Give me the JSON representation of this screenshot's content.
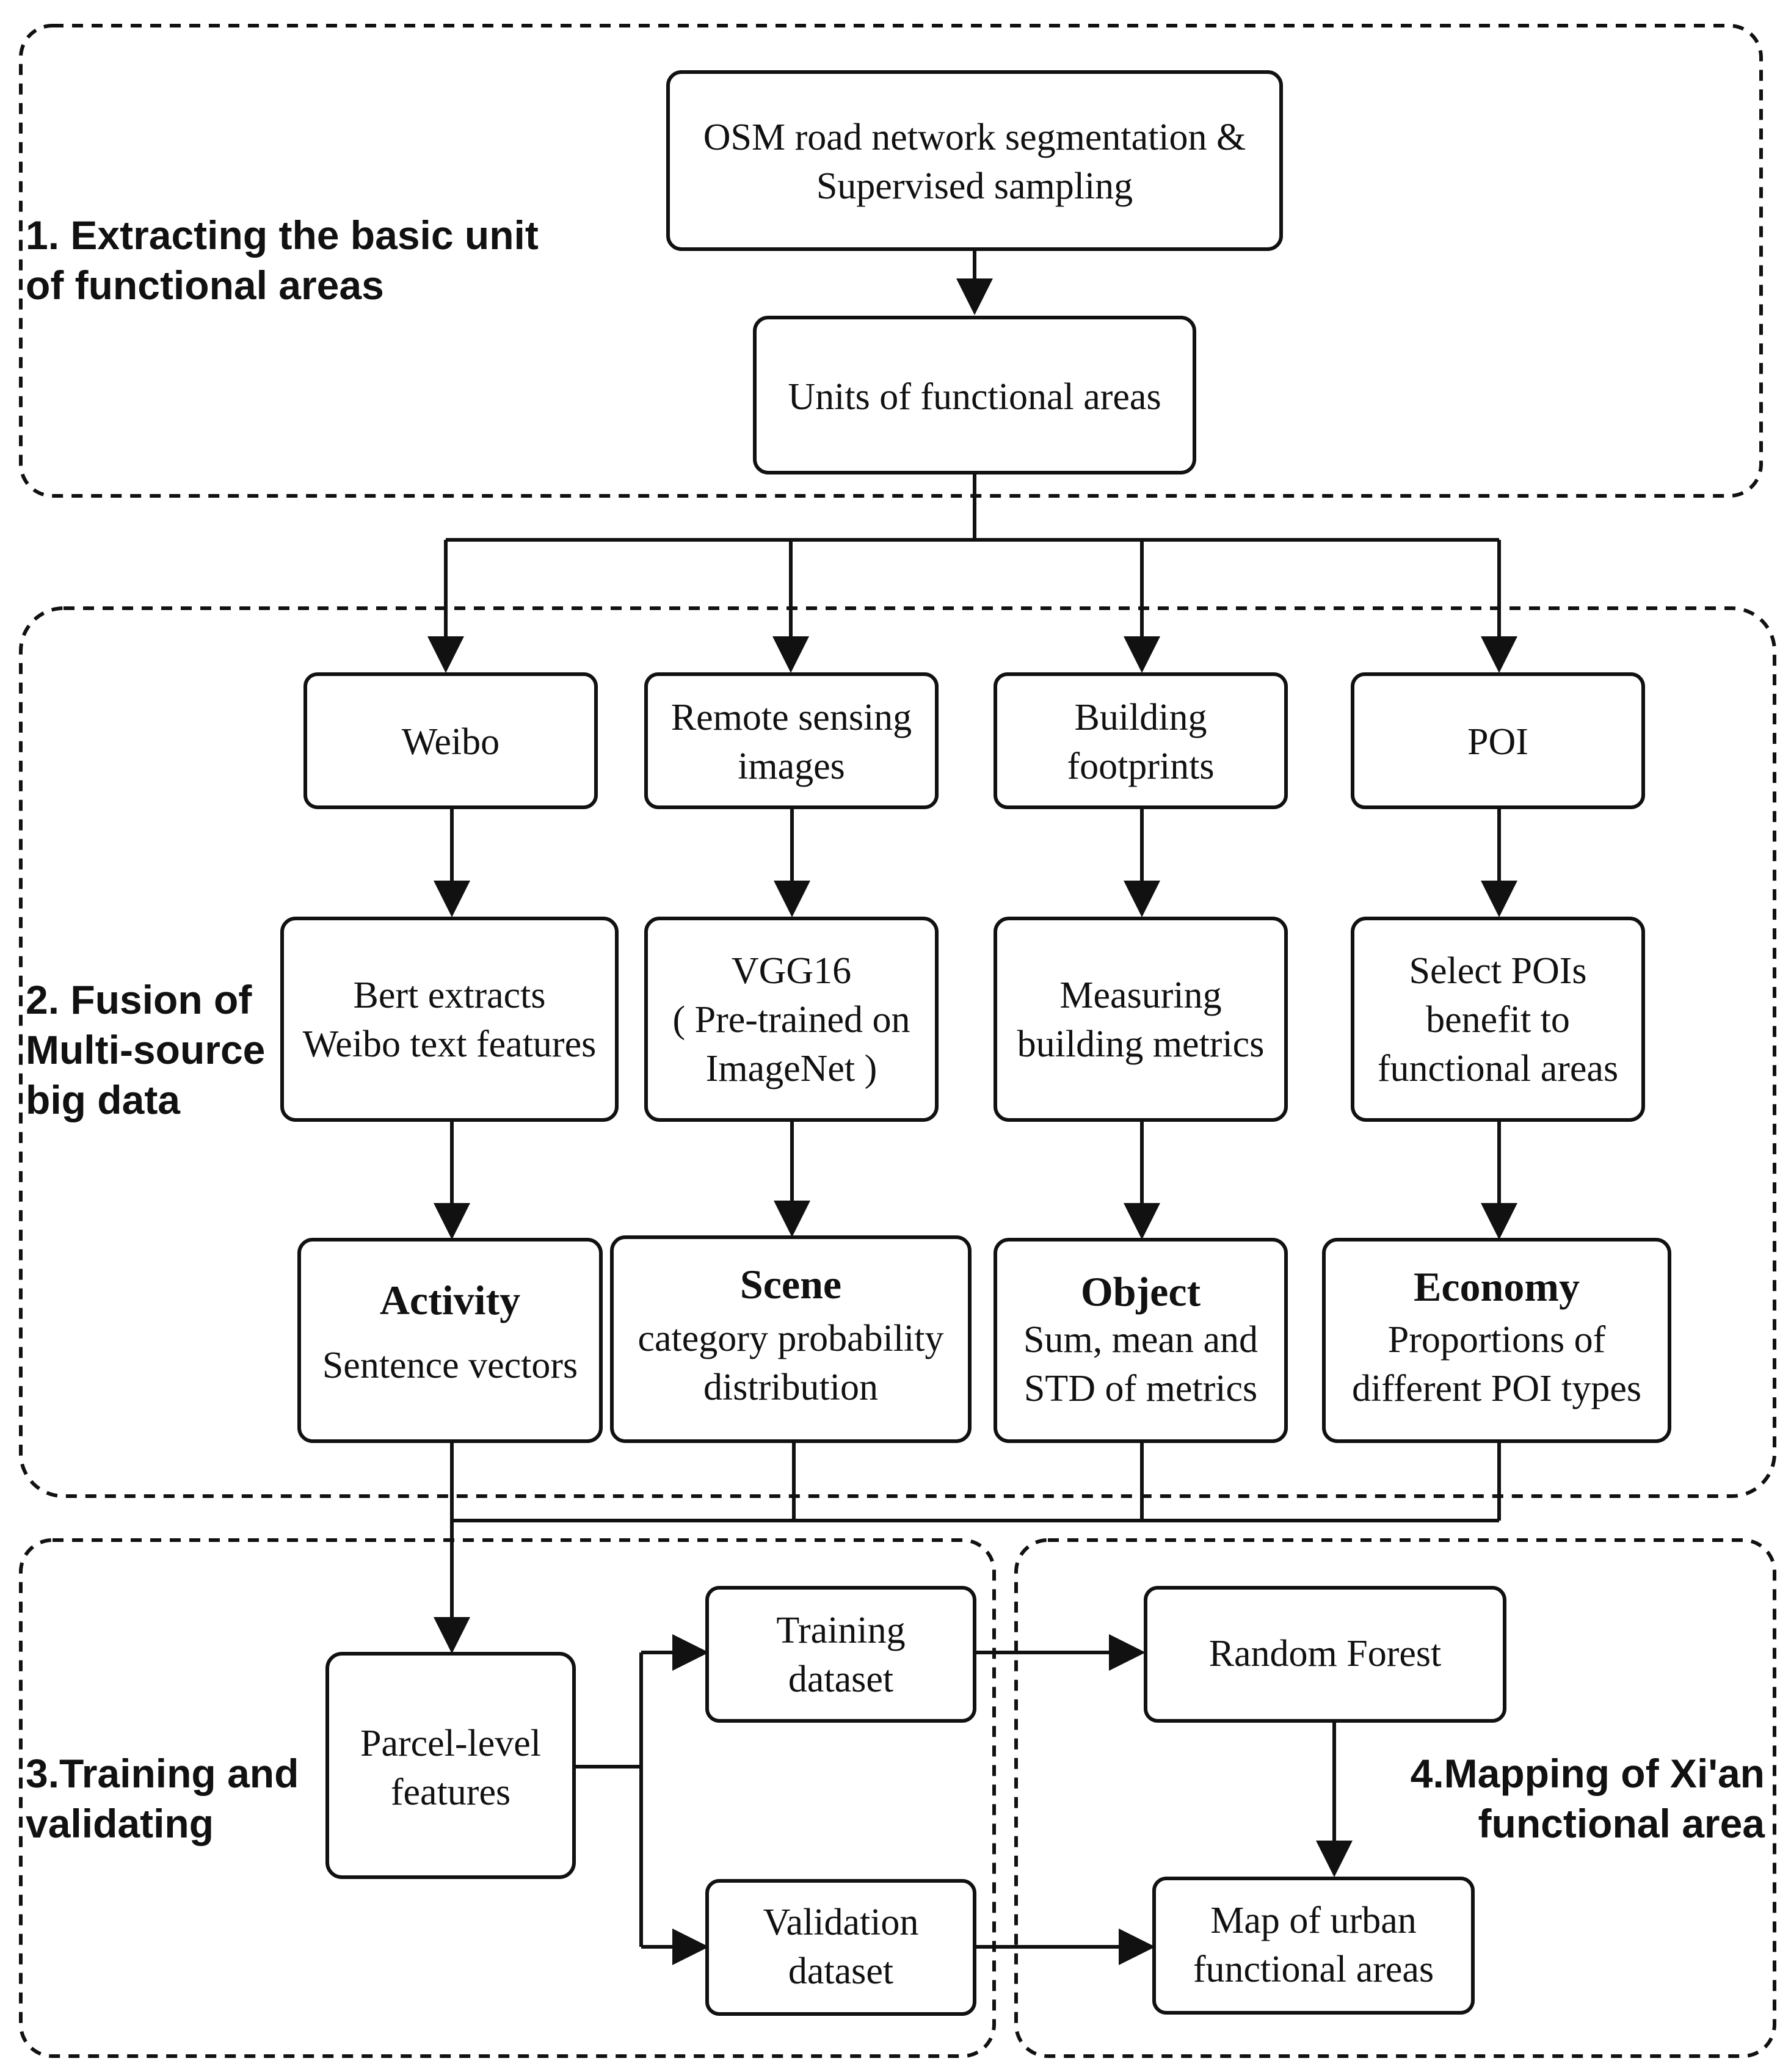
{
  "sections": {
    "s1": [
      "1. Extracting the basic unit",
      "of functional areas"
    ],
    "s2": [
      "2. Fusion of",
      "Multi-source",
      "big data"
    ],
    "s3": [
      "3.Training and",
      "validating"
    ],
    "s4": [
      "4.Mapping of Xi'an",
      "functional area"
    ]
  },
  "boxes": {
    "osm": [
      "OSM road network segmentation &",
      "Supervised sampling"
    ],
    "units": [
      "Units of functional areas"
    ],
    "weibo": [
      "Weibo"
    ],
    "rs": [
      "Remote sensing",
      "images"
    ],
    "building": [
      "Building",
      "footprints"
    ],
    "poi": [
      "POI"
    ],
    "bert": [
      "Bert extracts",
      "Weibo text features"
    ],
    "vgg": [
      "VGG16",
      "( Pre-trained on",
      "ImageNet )"
    ],
    "measure": [
      "Measuring",
      "building metrics"
    ],
    "selectpoi": [
      "Select POIs",
      "benefit to",
      "functional areas"
    ],
    "activity": {
      "title": "Activity",
      "lines": [
        "Sentence vectors"
      ]
    },
    "scene": {
      "title": "Scene",
      "lines": [
        "category probability",
        "distribution"
      ]
    },
    "object": {
      "title": "Object",
      "lines": [
        "Sum, mean and",
        "STD of metrics"
      ]
    },
    "economy": {
      "title": "Economy",
      "lines": [
        "Proportions of",
        "different POI types"
      ]
    },
    "parcel": [
      "Parcel-level",
      "features"
    ],
    "training": [
      "Training",
      "dataset"
    ],
    "validation": [
      "Validation",
      "dataset"
    ],
    "rf": [
      "Random Forest"
    ],
    "map": [
      "Map of urban",
      "functional areas"
    ]
  }
}
